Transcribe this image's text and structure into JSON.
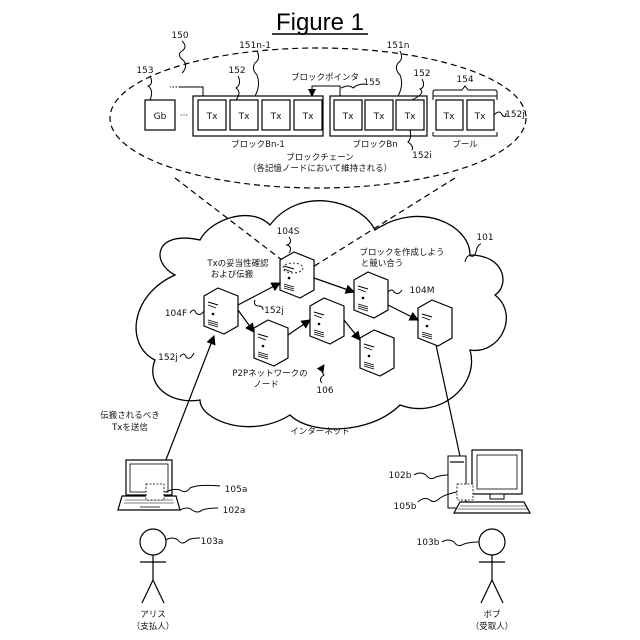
{
  "figure": {
    "title": "Figure 1"
  },
  "blockchain": {
    "ref_blockchain": "150",
    "genesis_label": "Gb",
    "ellipsis": "···",
    "ref_genesis": "153",
    "tx_label": "Tx",
    "ref_block_prev": "151n-1",
    "ref_block_curr": "151n",
    "ref_tx_prev": "152",
    "ref_tx_curr": "152",
    "ref_pool": "154",
    "ref_pointer": "155",
    "ref_tx_pool": "152j",
    "ref_tx_i": "152i",
    "block_pointer_label": "ブロックポインタ",
    "block_prev_label": "ブロックBn-1",
    "block_curr_label": "ブロックBn",
    "pool_label": "プール",
    "chain_label_line1": "ブロックチェーン",
    "chain_label_line2": "（各記憶ノードにおいて維持される）"
  },
  "network": {
    "ref_internet": "101",
    "internet_label": "インターネット",
    "ref_node_s": "104S",
    "ref_node_f": "104F",
    "ref_node_m": "104M",
    "ref_p2p": "106",
    "ref_tx_j_1": "152j",
    "ref_tx_j_2": "152j",
    "validate_line1": "Txの妥当性確認",
    "validate_line2": "および伝搬",
    "compete_line1": "ブロックを作成しよう",
    "compete_line2": "と競い合う",
    "p2p_line1": "P2Pネットワークの",
    "p2p_line2": "ノード"
  },
  "alice": {
    "send_line1": "伝搬されるべき",
    "send_line2": "Txを送信",
    "ref_device": "102a",
    "ref_wallet": "105a",
    "ref_user": "103a",
    "name": "アリス",
    "role": "（支払人）"
  },
  "bob": {
    "ref_device": "102b",
    "ref_wallet": "105b",
    "ref_user": "103b",
    "name": "ボブ",
    "role": "（受取人）"
  }
}
